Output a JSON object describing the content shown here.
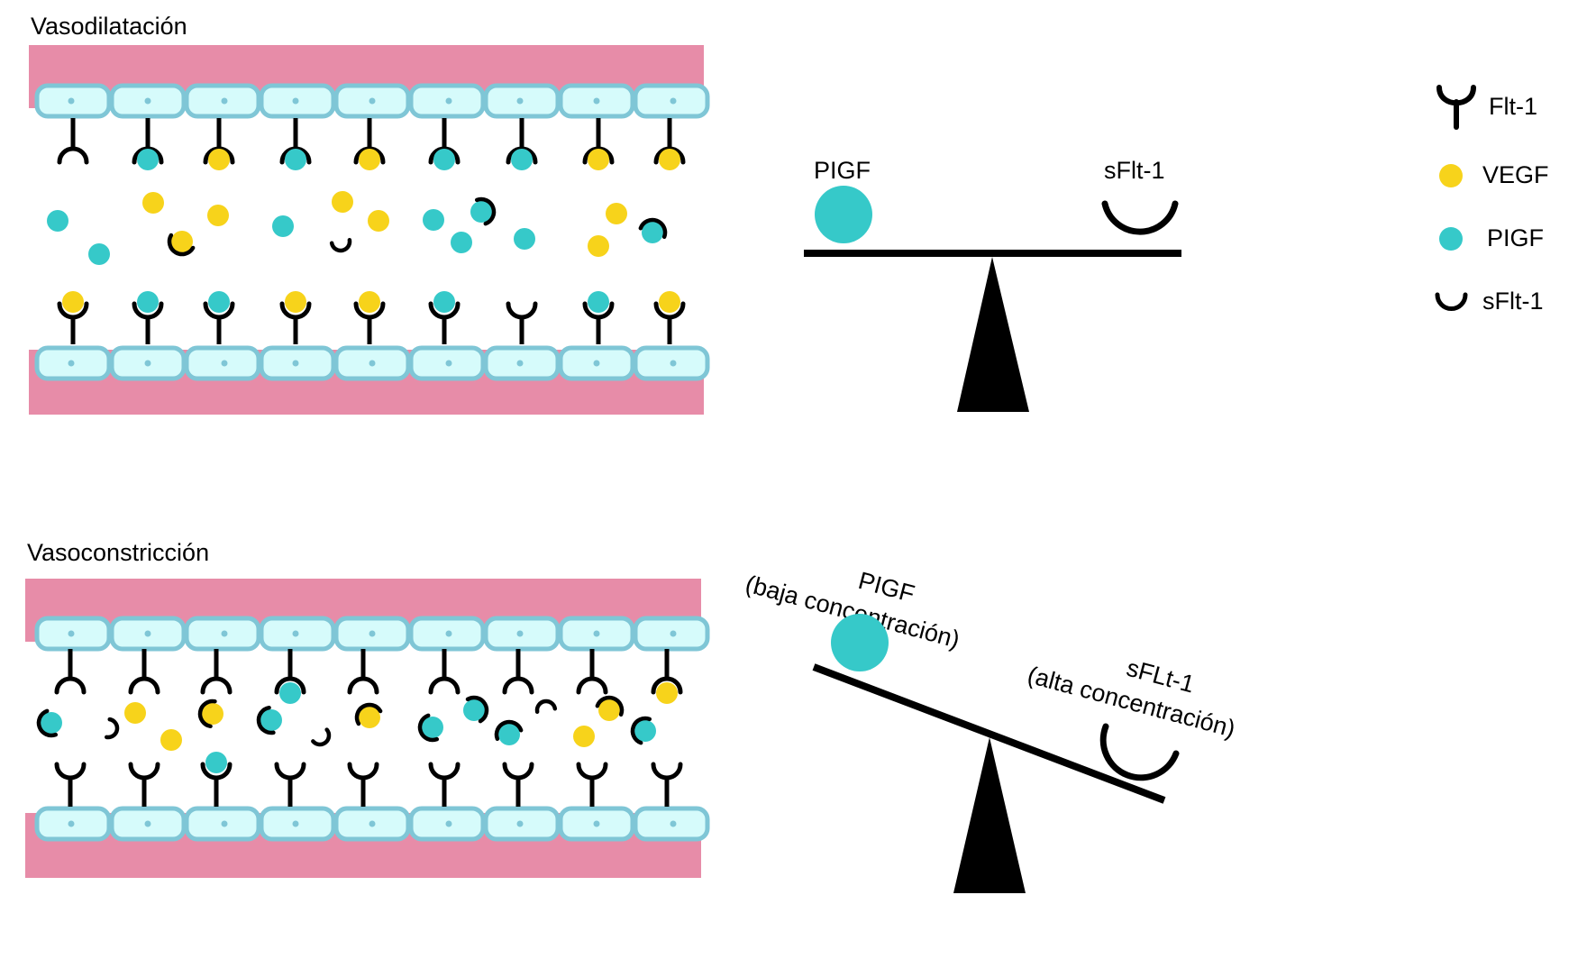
{
  "panels": {
    "top": {
      "title": "Vasodilatación"
    },
    "bottom": {
      "title": "Vasoconstricción"
    }
  },
  "balance": {
    "top": {
      "left_label": "PIGF",
      "right_label": "sFlt-1"
    },
    "bottom": {
      "left_label_line1": "PIGF",
      "left_label_line2": "(baja concentración)",
      "right_label_line1": "sFLt-1",
      "right_label_line2": "(alta concentración)"
    }
  },
  "legend": {
    "items": [
      {
        "key": "receptor",
        "label": "Flt-1",
        "icon": "receptor-y-icon"
      },
      {
        "key": "vegf",
        "label": "VEGF",
        "icon": "yellow-dot-icon"
      },
      {
        "key": "pigf",
        "label": "PIGF",
        "icon": "teal-dot-icon"
      },
      {
        "key": "sflt",
        "label": "sFlt-1",
        "icon": "cup-icon"
      }
    ]
  },
  "colors": {
    "vessel_wall": "#e78ca8",
    "endothelial_cell": "#d6fbfb",
    "cell_border": "#7fc6d6",
    "vegf": "#f7d31b",
    "pigf": "#36c9c9",
    "ink": "#000000"
  }
}
